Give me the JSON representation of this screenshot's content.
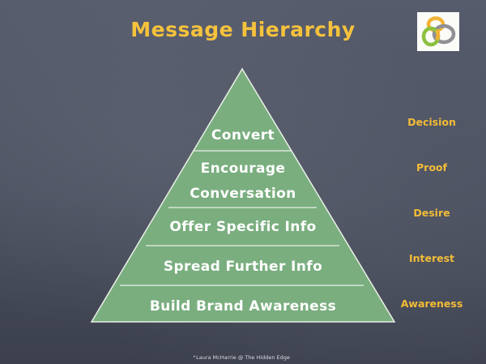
{
  "title": "Message Hierarchy",
  "logo": {
    "icon": "interlocking-rings-logo",
    "colors": [
      "#f2b233",
      "#8f9094",
      "#8cc03f"
    ]
  },
  "pyramid": {
    "fill": "#7aae7f",
    "outline": "#e9efe6",
    "layers": [
      {
        "label_lines": [
          "Convert"
        ]
      },
      {
        "label_lines": [
          "Encourage",
          "Conversation"
        ]
      },
      {
        "label_lines": [
          "Offer Specific Info"
        ]
      },
      {
        "label_lines": [
          "Spread Further Info"
        ]
      },
      {
        "label_lines": [
          "Build Brand Awareness"
        ]
      }
    ]
  },
  "stages": [
    "Decision",
    "Proof",
    "Desire",
    "Interest",
    "Awareness"
  ],
  "footer": {
    "bullet": "•",
    "text": "Laura McHarrie @ The Hidden Edge"
  },
  "colors": {
    "title": "#f5c23c",
    "stage": "#f2bc36",
    "board": "#4f5464"
  }
}
